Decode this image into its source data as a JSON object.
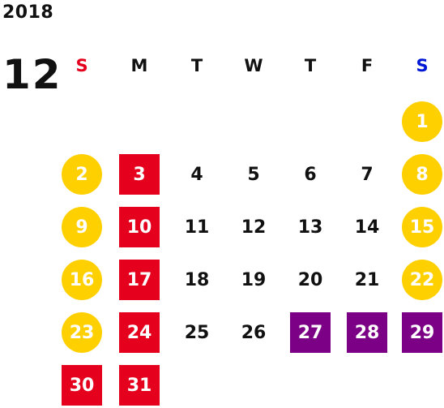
{
  "calendar": {
    "year": "2018",
    "month": "12",
    "weekdays": [
      "S",
      "M",
      "T",
      "W",
      "T",
      "F",
      "S"
    ],
    "weekday_colors": [
      "#e5001e",
      "#111111",
      "#111111",
      "#111111",
      "#111111",
      "#111111",
      "#0018d6"
    ],
    "colors": {
      "weekend_circle": "#ffd000",
      "monday_square": "#e5001e",
      "special_square": "#7b0085",
      "text_default": "#111111",
      "text_highlight": "#ffffff"
    },
    "weeks": [
      [
        {
          "day": "",
          "style": "empty"
        },
        {
          "day": "",
          "style": "empty"
        },
        {
          "day": "",
          "style": "empty"
        },
        {
          "day": "",
          "style": "empty"
        },
        {
          "day": "",
          "style": "empty"
        },
        {
          "day": "",
          "style": "empty"
        },
        {
          "day": "1",
          "style": "yellow-circle"
        }
      ],
      [
        {
          "day": "2",
          "style": "yellow-circle"
        },
        {
          "day": "3",
          "style": "red-square"
        },
        {
          "day": "4",
          "style": "plain"
        },
        {
          "day": "5",
          "style": "plain"
        },
        {
          "day": "6",
          "style": "plain"
        },
        {
          "day": "7",
          "style": "plain"
        },
        {
          "day": "8",
          "style": "yellow-circle"
        }
      ],
      [
        {
          "day": "9",
          "style": "yellow-circle"
        },
        {
          "day": "10",
          "style": "red-square"
        },
        {
          "day": "11",
          "style": "plain"
        },
        {
          "day": "12",
          "style": "plain"
        },
        {
          "day": "13",
          "style": "plain"
        },
        {
          "day": "14",
          "style": "plain"
        },
        {
          "day": "15",
          "style": "yellow-circle"
        }
      ],
      [
        {
          "day": "16",
          "style": "yellow-circle"
        },
        {
          "day": "17",
          "style": "red-square"
        },
        {
          "day": "18",
          "style": "plain"
        },
        {
          "day": "19",
          "style": "plain"
        },
        {
          "day": "20",
          "style": "plain"
        },
        {
          "day": "21",
          "style": "plain"
        },
        {
          "day": "22",
          "style": "yellow-circle"
        }
      ],
      [
        {
          "day": "23",
          "style": "yellow-circle"
        },
        {
          "day": "24",
          "style": "red-square"
        },
        {
          "day": "25",
          "style": "plain"
        },
        {
          "day": "26",
          "style": "plain"
        },
        {
          "day": "27",
          "style": "purple-square"
        },
        {
          "day": "28",
          "style": "purple-square"
        },
        {
          "day": "29",
          "style": "purple-square"
        }
      ],
      [
        {
          "day": "30",
          "style": "red-square"
        },
        {
          "day": "31",
          "style": "red-square"
        },
        {
          "day": "",
          "style": "empty"
        },
        {
          "day": "",
          "style": "empty"
        },
        {
          "day": "",
          "style": "empty"
        },
        {
          "day": "",
          "style": "empty"
        },
        {
          "day": "",
          "style": "empty"
        }
      ]
    ]
  }
}
